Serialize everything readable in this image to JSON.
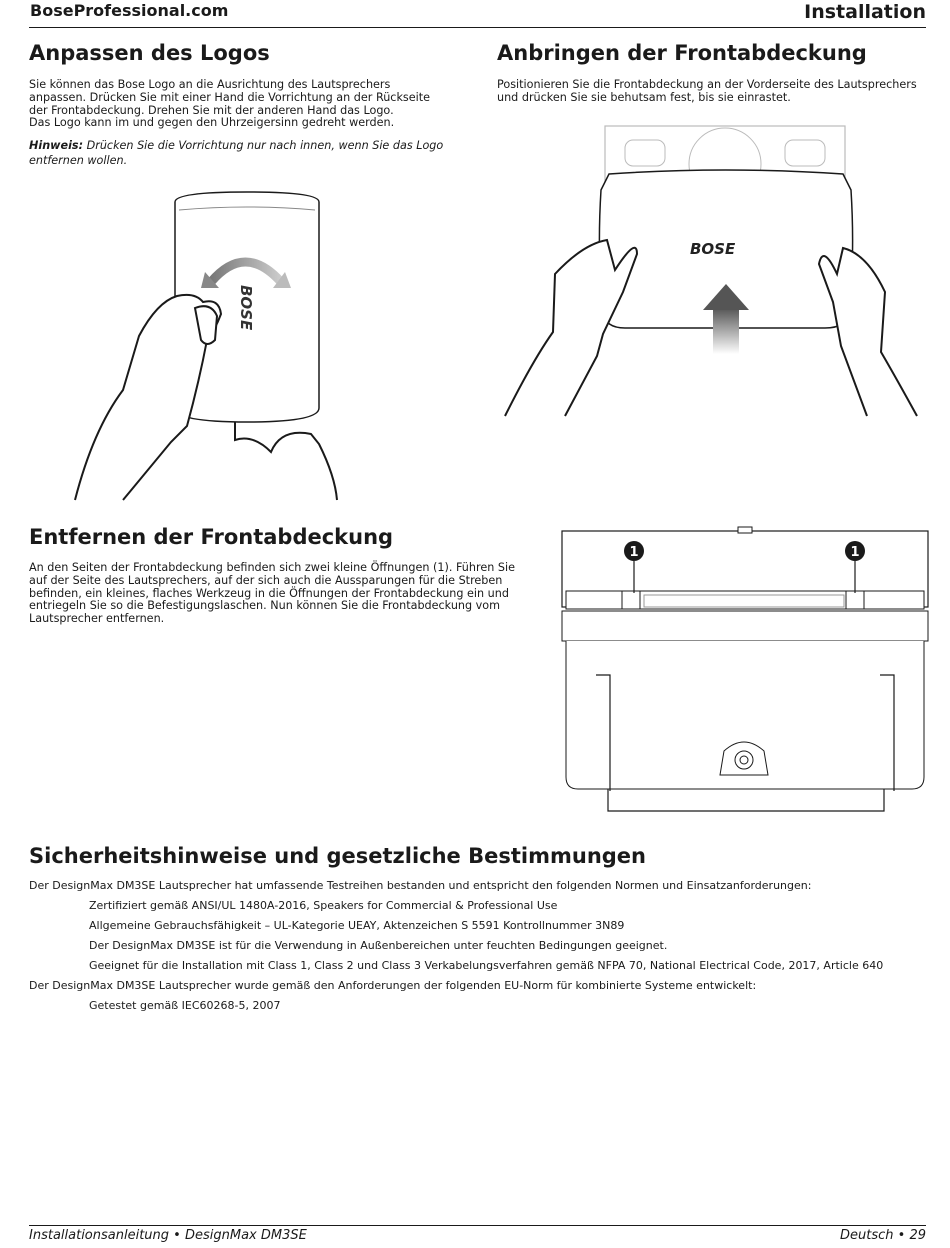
{
  "header": {
    "site": "BoseProfessional.com",
    "section": "Installation"
  },
  "logo_section": {
    "title": "Anpassen des Logos",
    "body": "Sie können das Bose Logo an die Ausrichtung des Lautsprechers anpassen. Drücken Sie mit einer Hand die Vorrichtung an der Rückseite der Frontabdeckung. Drehen Sie mit der anderen Hand das Logo.",
    "body2": "Das Logo kann im und gegen den Uhrzeigersinn gedreht werden.",
    "note_label": "Hinweis:",
    "note_text": " Drücken Sie die Vorrichtung nur nach innen, wenn Sie das Logo entfernen wollen."
  },
  "attach_section": {
    "title": "Anbringen der Frontabdeckung",
    "body": "Positionieren Sie die Frontabdeckung an der Vorderseite des Lautsprechers und drücken Sie sie behutsam fest, bis sie einrastet."
  },
  "remove_section": {
    "title": "Entfernen der Frontabdeckung",
    "body": "An den Seiten der Frontabdeckung befinden sich zwei kleine Öffnungen (1). Führen Sie auf der Seite des Lautsprechers, auf der sich auch die Aussparungen für die Streben befinden, ein kleines, flaches Werkzeug in die Öffnungen der Frontabdeckung ein und entriegeln Sie so die Befestigungslaschen. Nun können Sie die Frontabdeckung vom Lautsprecher entfernen.",
    "callout": "1"
  },
  "illustrations": {
    "brand": "BOSE"
  },
  "safety_section": {
    "title": "Sicherheitshinweise und gesetzliche Bestimmungen",
    "intro": "Der DesignMax DM3SE Lautsprecher hat umfassende Testreihen bestanden und entspricht den folgenden Normen und Einsatzanforderungen:",
    "items": [
      "Zertifiziert gemäß ANSI/UL 1480A-2016, Speakers for Commercial & Professional Use",
      "Allgemeine Gebrauchsfähigkeit – UL-Kategorie UEAY, Aktenzeichen S 5591 Kontrollnummer 3N89",
      "Der DesignMax DM3SE ist für die Verwendung in Außenbereichen unter feuchten Bedingungen geeignet.",
      "Geeignet für die Installation mit Class 1, Class 2 und Class 3 Verkabelungsverfahren gemäß NFPA 70, National Electrical Code, 2017, Article 640"
    ],
    "eu_intro": "Der DesignMax DM3SE Lautsprecher wurde gemäß den Anforderungen der folgenden EU-Norm für kombinierte Systeme entwickelt:",
    "eu_items": [
      "Getestet gemäß IEC60268-5, 2007"
    ]
  },
  "footer": {
    "left": "Installationsanleitung • DesignMax DM3SE",
    "right": "Deutsch • 29"
  }
}
